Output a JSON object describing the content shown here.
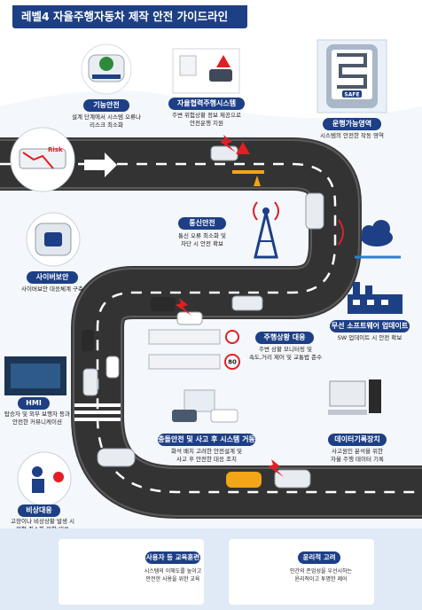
{
  "title": "레벨4 자율주행자동차 제작 안전 가이드라인",
  "items": {
    "functional_safety": {
      "label": "기능안전",
      "desc": "설계 단계에서 시스템 오류나\n리스크 최소화"
    },
    "cooperative_driving": {
      "label": "자율협력주행시스템",
      "desc": "주변 위험상황 정보 제공으로\n안전운행 지원"
    },
    "odd": {
      "label": "운행가능영역",
      "desc": "시스템의 안전한 작동 영역"
    },
    "communication": {
      "label": "통신안전",
      "desc": "통신 오류 최소화 및\n차단 시 안전 확보"
    },
    "cybersecurity": {
      "label": "사이버보안",
      "desc": "사이버보안 대응체계 구축"
    },
    "ota_update": {
      "label": "무선 소프트웨어 업데이트",
      "desc": "SW 업데이트 시 안전 확보"
    },
    "driving_response": {
      "label": "주행상황 대응",
      "desc": "주변 상황 모니터링 및\n속도,거리 제어 및 교통법 준수"
    },
    "hmi": {
      "label": "HMI",
      "desc": "탑승자 및 외부 보행자 등과\n안전한 커뮤니케이션"
    },
    "collision_safety": {
      "label": "충돌안전 및 사고 후 시스템 거동",
      "desc": "화석 배치 고려한 안전설계 및\n사고 후 안전한 대응 조치"
    },
    "data_recorder": {
      "label": "데이터기록장치",
      "desc": "사고원인 분석을 위한\n자율 주행 데이터 기록"
    },
    "emergency": {
      "label": "비상대응",
      "desc": "고장이나 비상상황 발생 시\n위험 최소화 위한 대응"
    },
    "user_education": {
      "label": "사용자 등 교육훈련",
      "desc": "시스템의 이해도를 높이고\n안전한 사용을 위한 교육"
    },
    "ethics": {
      "label": "윤리적 고려",
      "desc": "인간의 존엄성을 우선시하는\n윤리적이고 투명한 제어"
    }
  },
  "graphic_text": {
    "risk": "Risk",
    "safe": "SAFE",
    "speed_limit": "80"
  },
  "colors": {
    "navy": "#1d3f86",
    "road": "#3a3a3a",
    "lane": "#ffffff",
    "warning_red": "#e31e24",
    "signal_blue": "#2b7fd6",
    "panel": "#dfeaf6"
  }
}
